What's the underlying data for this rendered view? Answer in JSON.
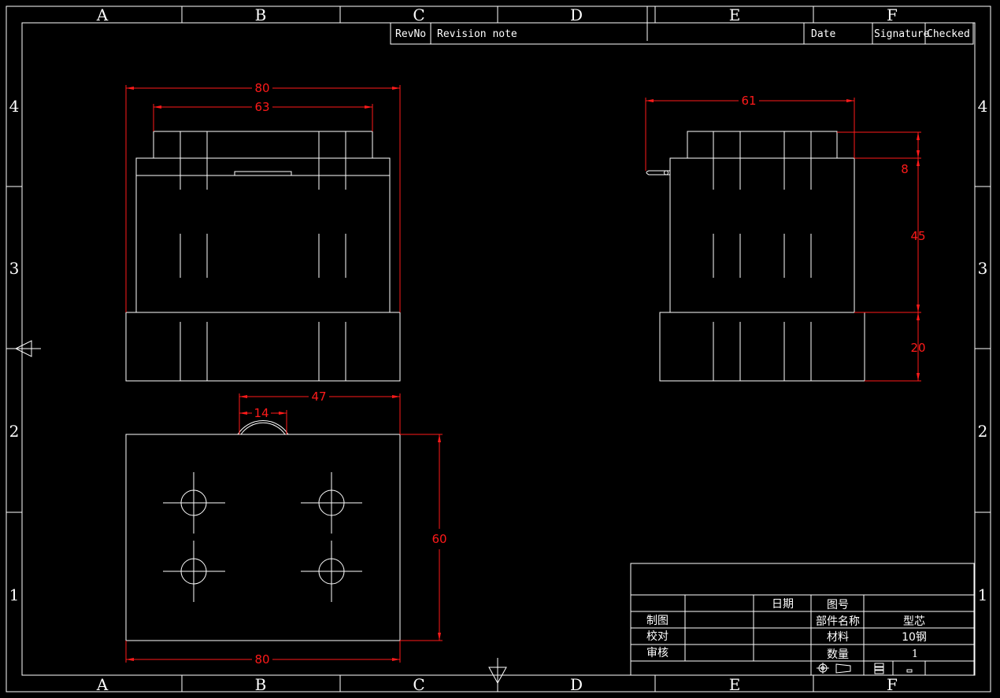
{
  "frame": {
    "columns": [
      "A",
      "B",
      "C",
      "D",
      "E",
      "F"
    ],
    "rows": [
      "4",
      "3",
      "2",
      "1"
    ]
  },
  "revision_table": {
    "headers": [
      "RevNo",
      "Revision note",
      "Date",
      "Signature",
      "Checked"
    ]
  },
  "dimensions": {
    "front_outer_width": "80",
    "front_top_width": "63",
    "side_total_width": "61",
    "side_top_height": "8",
    "side_body_height": "45",
    "side_base_height": "20",
    "plan_offset": "47",
    "plan_slot_width": "14",
    "plan_height": "60",
    "plan_width": "80"
  },
  "title_block": {
    "date_label": "日期",
    "drawing_no_label": "图号",
    "drawn_label": "制图",
    "checked_label": "校对",
    "approved_label": "审核",
    "part_name_label": "部件名称",
    "part_name_value": "型芯",
    "material_label": "材料",
    "material_value": "10钢",
    "quantity_label": "数量",
    "quantity_value": "1"
  },
  "colors": {
    "background": "#000000",
    "geometry": "#ffffff",
    "dimension": "#ff1a1a"
  }
}
